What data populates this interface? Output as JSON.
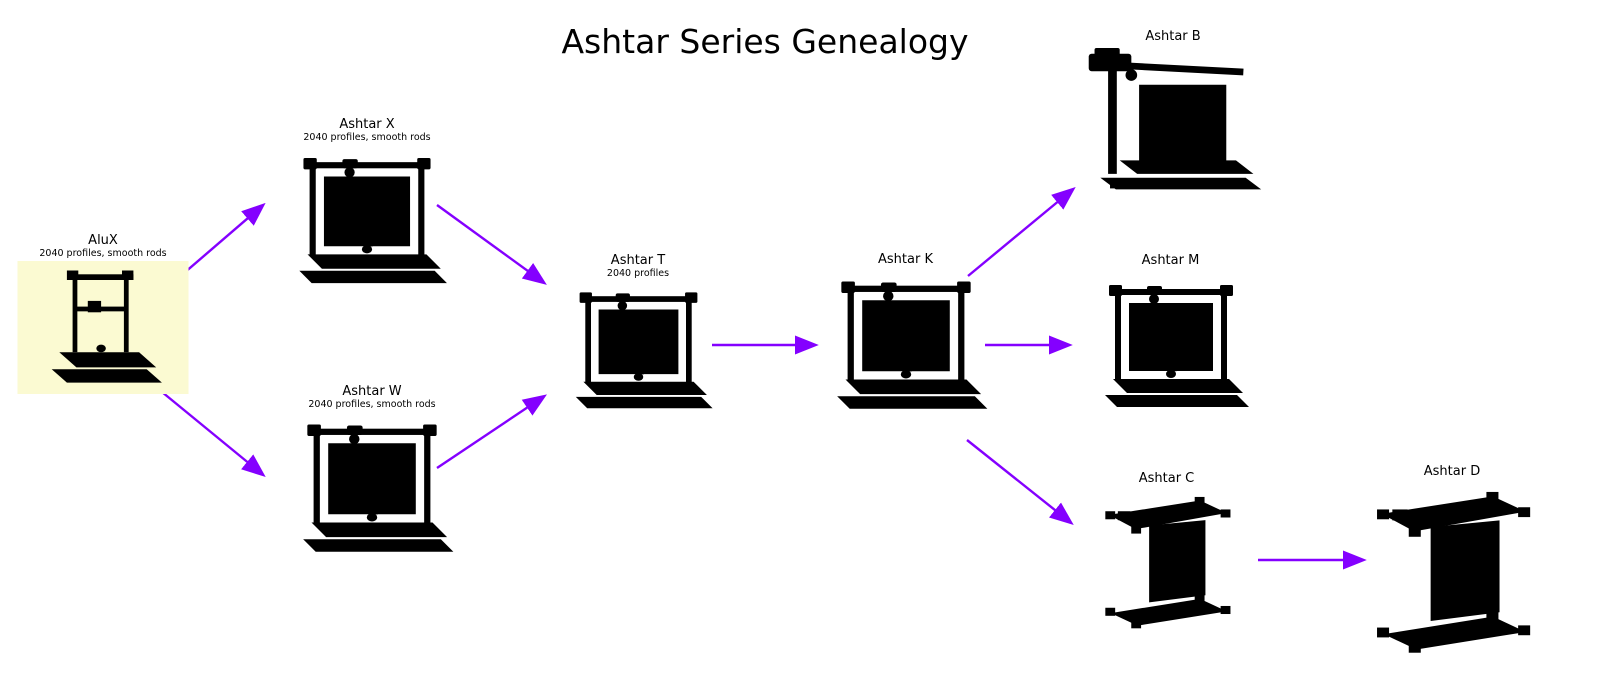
{
  "title": "Ashtar Series Genealogy",
  "nodes": {
    "alux": {
      "label": "AluX",
      "sublabel": "2040 profiles, smooth rods"
    },
    "ashtar_x": {
      "label": "Ashtar X",
      "sublabel": "2040 profiles, smooth rods"
    },
    "ashtar_w": {
      "label": "Ashtar W",
      "sublabel": "2040 profiles, smooth rods"
    },
    "ashtar_t": {
      "label": "Ashtar T",
      "sublabel": "2040 profiles"
    },
    "ashtar_k": {
      "label": "Ashtar K"
    },
    "ashtar_b": {
      "label": "Ashtar B"
    },
    "ashtar_m": {
      "label": "Ashtar M"
    },
    "ashtar_c": {
      "label": "Ashtar C"
    },
    "ashtar_d": {
      "label": "Ashtar D"
    }
  },
  "edges": [
    {
      "from": "AluX",
      "to": "Ashtar X"
    },
    {
      "from": "AluX",
      "to": "Ashtar W"
    },
    {
      "from": "Ashtar X",
      "to": "Ashtar T"
    },
    {
      "from": "Ashtar W",
      "to": "Ashtar T"
    },
    {
      "from": "Ashtar T",
      "to": "Ashtar K"
    },
    {
      "from": "Ashtar K",
      "to": "Ashtar B"
    },
    {
      "from": "Ashtar K",
      "to": "Ashtar M"
    },
    {
      "from": "Ashtar K",
      "to": "Ashtar C"
    },
    {
      "from": "Ashtar C",
      "to": "Ashtar D"
    }
  ],
  "colors": {
    "arrow": "#8400ff",
    "accent_magenta": "#c2187e",
    "build_volume_yellow": "#f4f2bb",
    "frame_gray": "#c6c6c6",
    "duck_yellow": "#ddc913"
  }
}
